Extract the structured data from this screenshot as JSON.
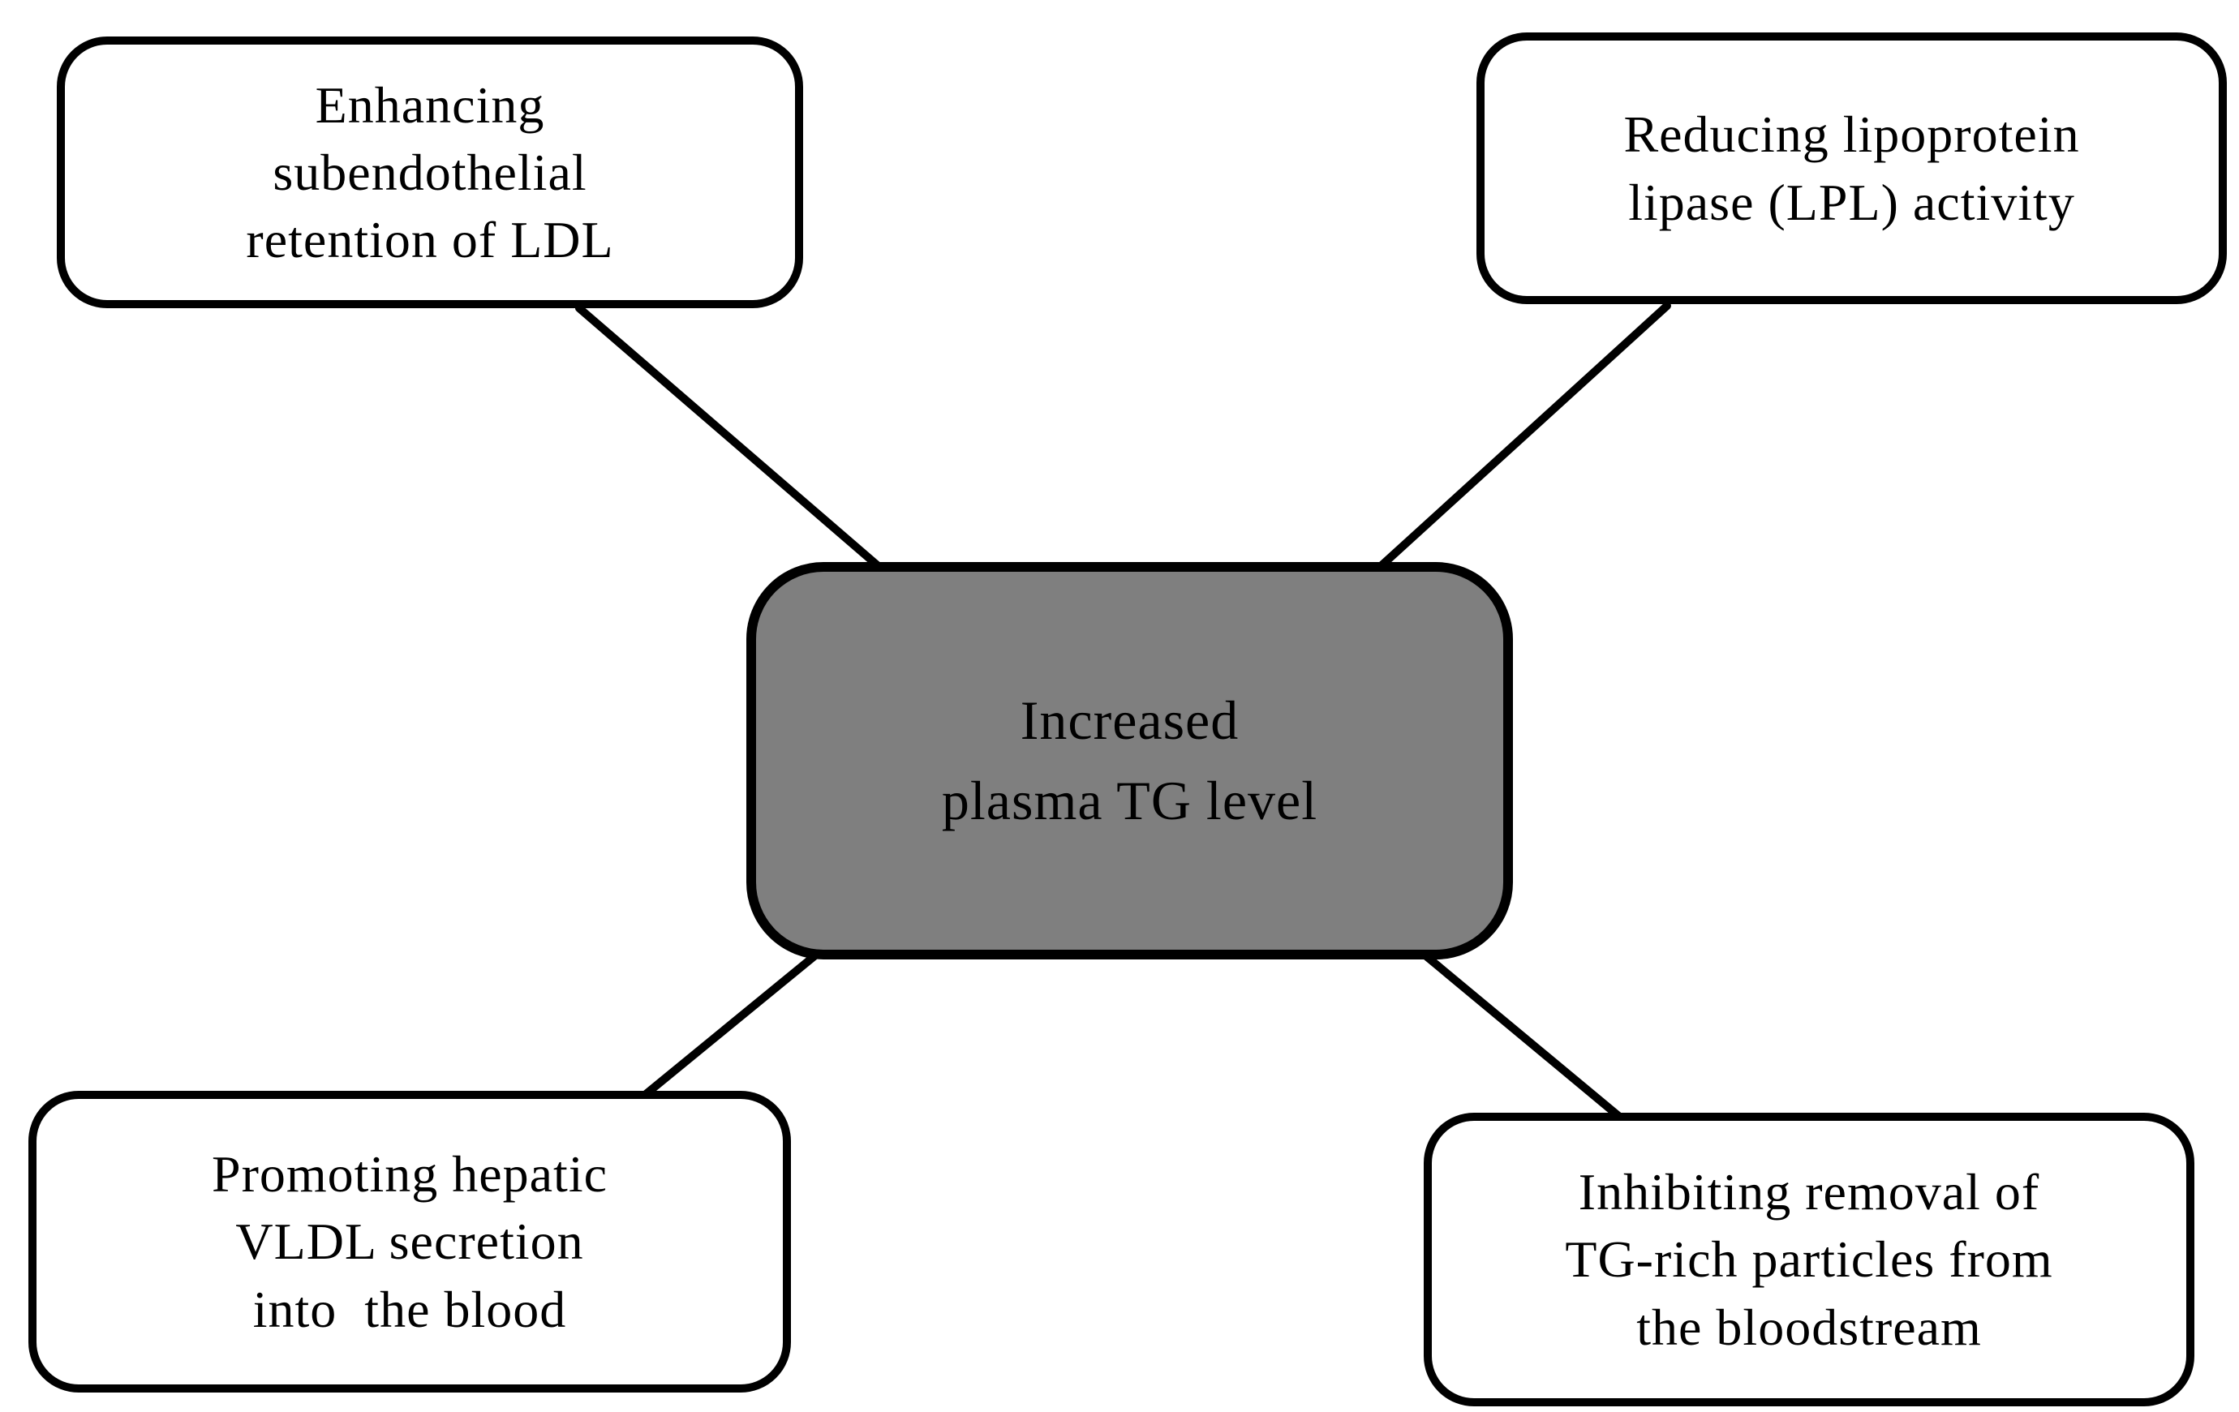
{
  "diagram": {
    "title_concept": "Increased plasma TG level causes diagram",
    "center_node": {
      "text": "Increased\nplasma TG level",
      "fill": "#7f7f7f",
      "text_color": "#000000"
    },
    "nodes": {
      "top_left": {
        "text": "Enhancing\nsubendothelial\nretention of LDL"
      },
      "top_right": {
        "text": "Reducing lipoprotein\nlipase (LPL) activity"
      },
      "bottom_left": {
        "text": "Promoting hepatic\nVLDL secretion\ninto  the blood"
      },
      "bottom_right": {
        "text": "Inhibiting removal of\nTG-rich particles from\nthe bloodstream"
      }
    },
    "colors": {
      "background": "#ffffff",
      "node_fill": "#ffffff",
      "stroke": "#000000"
    }
  }
}
